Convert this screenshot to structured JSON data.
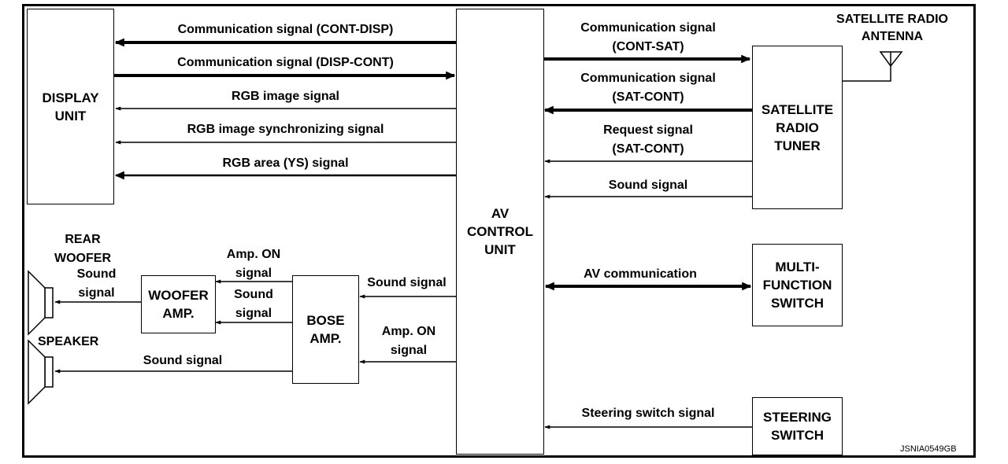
{
  "blocks": {
    "display_unit": "DISPLAY\nUNIT",
    "av_control_unit": "AV\nCONTROL\nUNIT",
    "satellite_radio_tuner": "SATELLITE\nRADIO\nTUNER",
    "multi_function_switch": "MULTI-\nFUNCTION\nSWITCH",
    "steering_switch": "STEERING\nSWITCH",
    "bose_amp": "BOSE\nAMP.",
    "woofer_amp": "WOOFER\nAMP."
  },
  "components": {
    "satellite_radio_antenna": "SATELLITE RADIO\nANTENNA",
    "rear_woofer": "REAR\nWOOFER",
    "speaker": "SPEAKER"
  },
  "signals": {
    "cont_disp": "Communication signal (CONT-DISP)",
    "disp_cont": "Communication signal (DISP-CONT)",
    "rgb_image": "RGB image signal",
    "rgb_sync": "RGB image synchronizing signal",
    "rgb_area": "RGB area (YS) signal",
    "cont_sat": "Communication signal\n(CONT-SAT)",
    "sat_cont": "Communication signal\n(SAT-CONT)",
    "request": "Request signal\n(SAT-CONT)",
    "sound_sat": "Sound signal",
    "av_comm": "AV communication",
    "steering": "Steering switch signal",
    "sound_bose": "Sound signal",
    "amp_on_bose": "Amp. ON\nsignal",
    "amp_on_woofer": "Amp. ON\nsignal",
    "sound_woofer_amp": "Sound\nsignal",
    "sound_rear_woofer": "Sound\nsignal",
    "sound_speaker": "Sound signal"
  },
  "figure_code": "JSNIA0549GB"
}
